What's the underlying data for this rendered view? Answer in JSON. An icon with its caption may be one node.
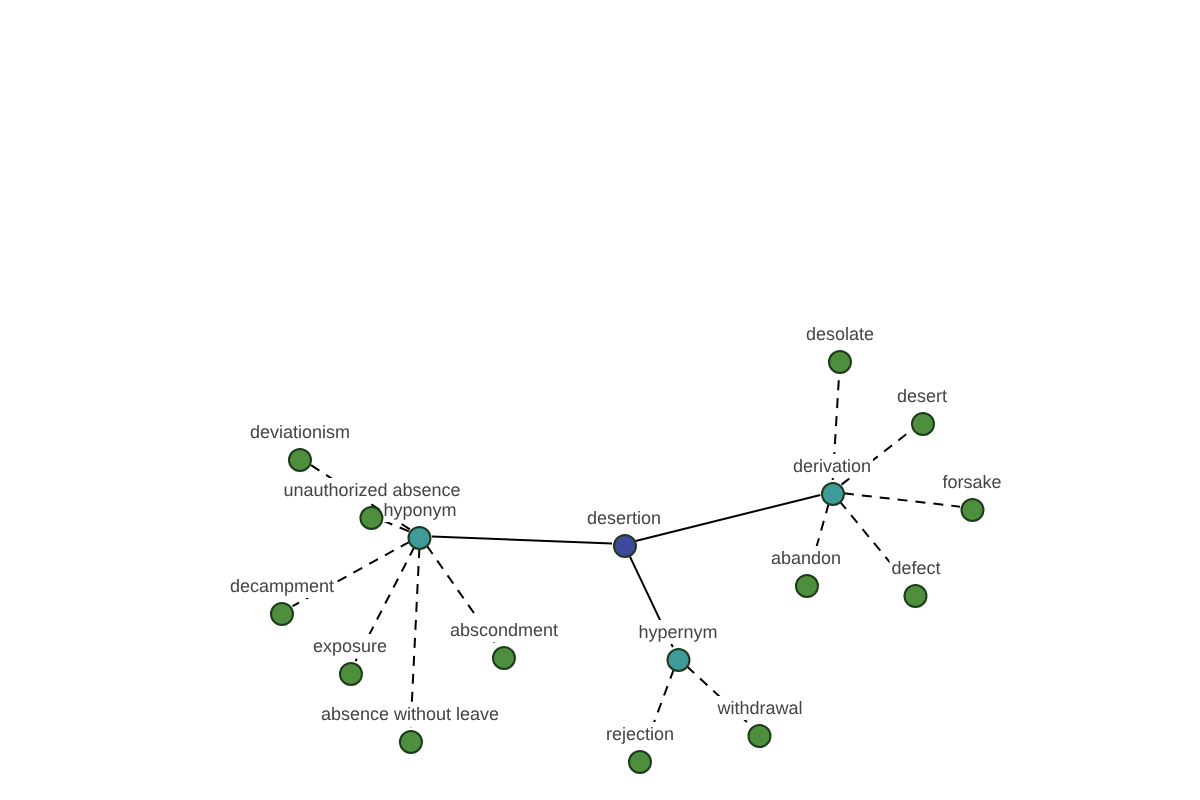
{
  "diagram": {
    "nodes": [
      {
        "text": [
          "desertion"
        ]
      },
      {
        "text": [
          "hyponym"
        ]
      },
      {
        "text": [
          "derivation"
        ]
      },
      {
        "text": [
          "hypernym"
        ]
      },
      {
        "text": [
          "deviationism"
        ]
      },
      {
        "text": [
          "unauthorized absence"
        ]
      },
      {
        "text": [
          "decampment"
        ]
      },
      {
        "text": [
          "exposure"
        ]
      },
      {
        "text": [
          "abscondment"
        ]
      },
      {
        "text": [
          "absence without leave"
        ]
      },
      {
        "text": [
          "desolate"
        ]
      },
      {
        "text": [
          "desert"
        ]
      },
      {
        "text": [
          "forsake"
        ]
      },
      {
        "text": [
          "abandon"
        ]
      },
      {
        "text": [
          "defect"
        ]
      },
      {
        "text": [
          "rejection"
        ]
      },
      {
        "text": [
          "withdrawal"
        ]
      }
    ],
    "edges": [
      {
        "from": 0,
        "to": 1,
        "arrow": "none"
      },
      {
        "from": 0,
        "to": 2,
        "arrow": "none"
      },
      {
        "from": 0,
        "to": 3,
        "arrow": "none"
      },
      {
        "from": 1,
        "to": 4,
        "arrow": "none",
        "style": "dashed"
      },
      {
        "from": 1,
        "to": 5,
        "arrow": "none",
        "style": "dashed"
      },
      {
        "from": 1,
        "to": 6,
        "arrow": "none",
        "style": "dashed"
      },
      {
        "from": 1,
        "to": 7,
        "arrow": "none",
        "style": "dashed"
      },
      {
        "from": 1,
        "to": 8,
        "arrow": "none",
        "style": "dashed"
      },
      {
        "from": 1,
        "to": 9,
        "arrow": "none",
        "style": "dashed"
      },
      {
        "from": 2,
        "to": 10,
        "arrow": "none",
        "style": "dashed"
      },
      {
        "from": 2,
        "to": 11,
        "arrow": "none",
        "style": "dashed"
      },
      {
        "from": 2,
        "to": 12,
        "arrow": "none",
        "style": "dashed"
      },
      {
        "from": 2,
        "to": 13,
        "arrow": "none",
        "style": "dashed"
      },
      {
        "from": 2,
        "to": 14,
        "arrow": "none",
        "style": "dashed"
      },
      {
        "from": 3,
        "to": 15,
        "arrow": "none",
        "style": "dashed"
      },
      {
        "from": 3,
        "to": 16,
        "arrow": "none",
        "style": "dashed"
      }
    ]
  }
}
